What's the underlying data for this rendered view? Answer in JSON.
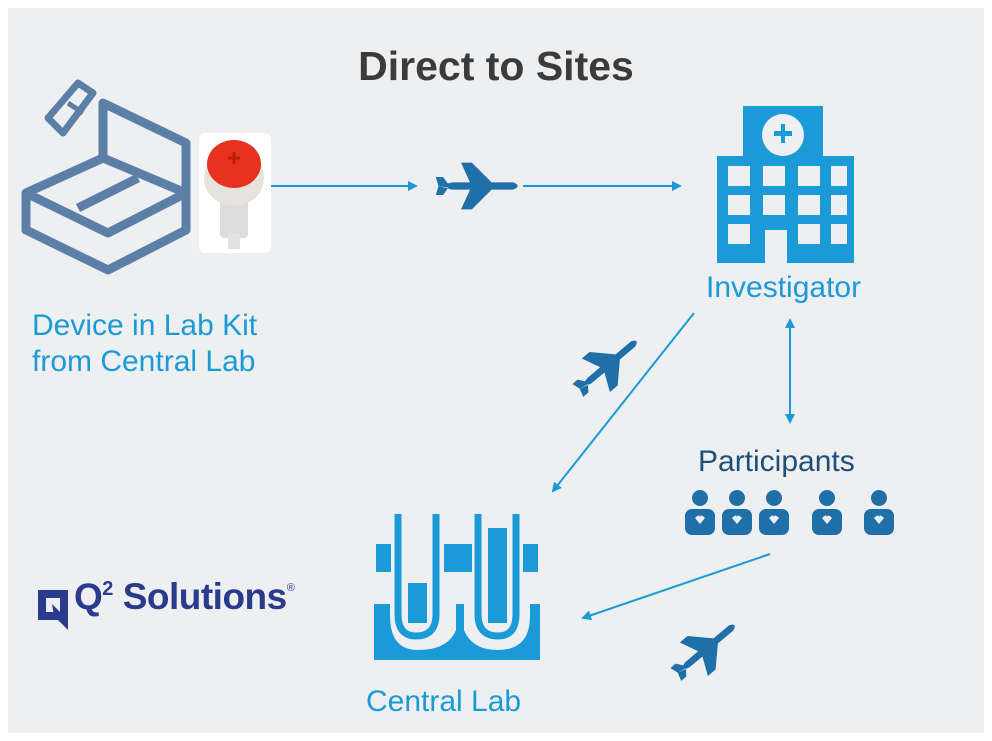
{
  "title": "Direct to Sites",
  "nodes": {
    "device": {
      "line1": "Device in Lab Kit",
      "line2": "from Central Lab"
    },
    "investigator": {
      "label": "Investigator"
    },
    "participants": {
      "label": "Participants"
    },
    "central_lab": {
      "label": "Central Lab"
    }
  },
  "logo": {
    "name": "Solutions",
    "superscript": "2",
    "prefix": "Q",
    "registered": "®"
  },
  "colors": {
    "accent": "#1a9ad6",
    "dark_blue": "#1f4e7a",
    "box_outline": "#5b7fa6",
    "background": "#eeeff1",
    "device_red": "#e8321e"
  },
  "icons": [
    "lab-kit-box-icon",
    "blood-collection-device-icon",
    "airplane-icon",
    "hospital-icon",
    "participants-icon",
    "test-tubes-icon",
    "q2-logo-icon"
  ]
}
